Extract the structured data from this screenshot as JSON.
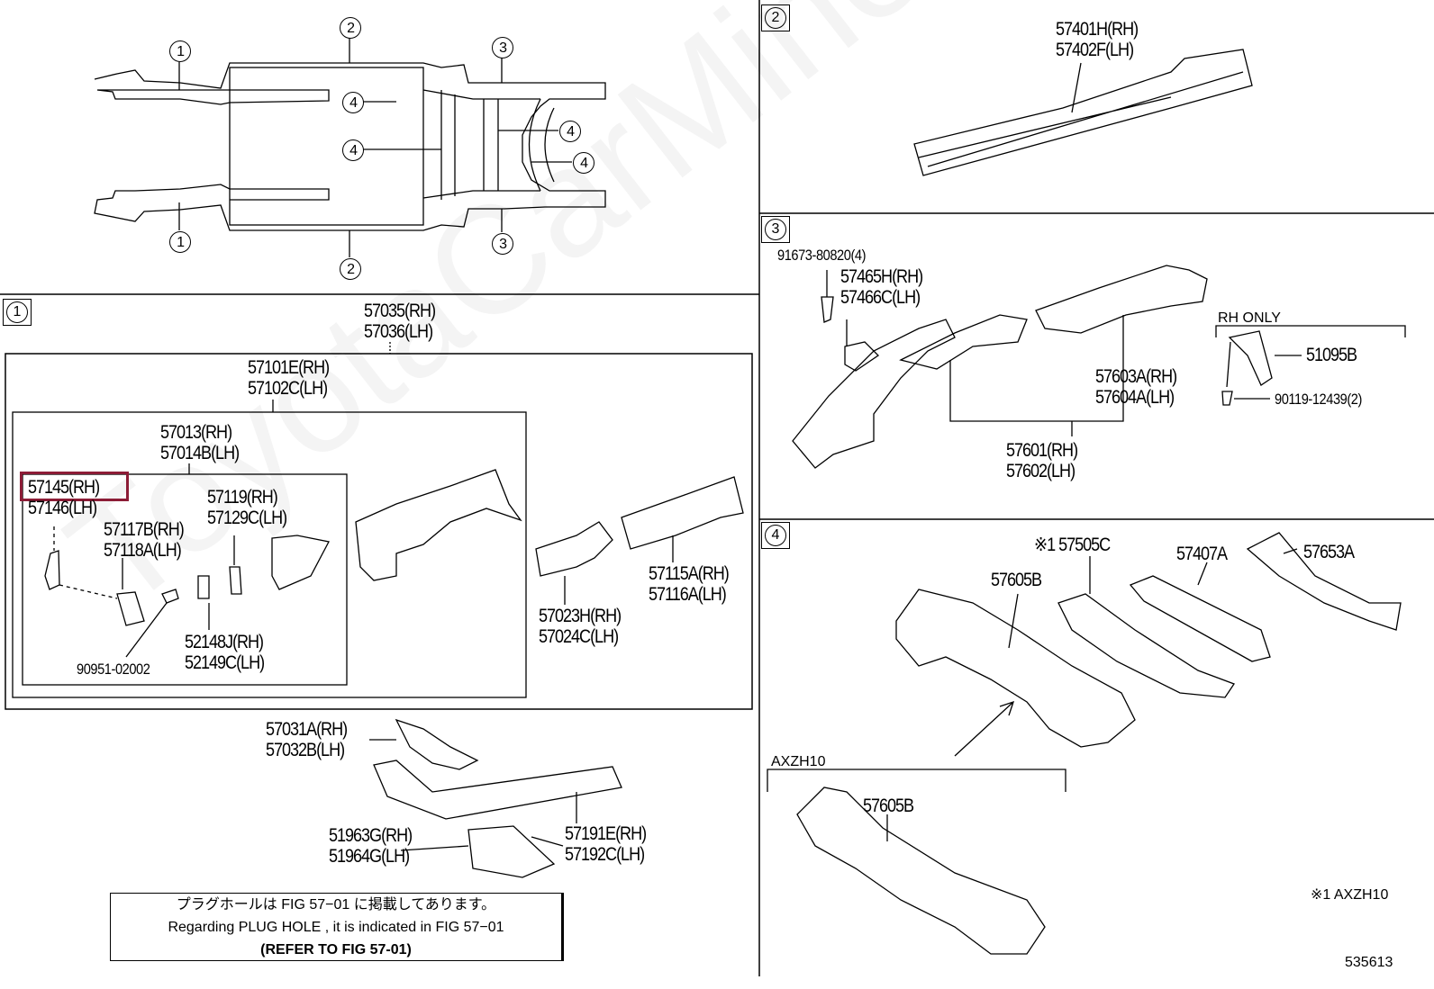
{
  "watermark": "ToyotaCarMine.ru",
  "highlight_color": "#8c1c36",
  "overview": {
    "callouts": [
      "1",
      "2",
      "3",
      "4",
      "4",
      "4",
      "4",
      "1",
      "2",
      "3"
    ]
  },
  "sections": {
    "s1": "1",
    "s2": "2",
    "s3": "3",
    "s4": "4"
  },
  "section1": {
    "p57035": [
      "57035(RH)",
      "57036(LH)"
    ],
    "p57101": [
      "57101E(RH)",
      "57102C(LH)"
    ],
    "p57013": [
      "57013(RH)",
      "57014B(LH)"
    ],
    "p57145": [
      "57145(RH)",
      "57146(LH)"
    ],
    "p57117": [
      "57117B(RH)",
      "57118A(LH)"
    ],
    "p57119": [
      "57119(RH)",
      "57129C(LH)"
    ],
    "p52148": [
      "52148J(RH)",
      "52149C(LH)"
    ],
    "p90951": "90951-02002",
    "p57023": [
      "57023H(RH)",
      "57024C(LH)"
    ],
    "p57115": [
      "57115A(RH)",
      "57116A(LH)"
    ],
    "p57031": [
      "57031A(RH)",
      "57032B(LH)"
    ],
    "p51963": [
      "51963G(RH)",
      "51964G(LH)"
    ],
    "p57191": [
      "57191E(RH)",
      "57192C(LH)"
    ],
    "note": [
      "プラグホールは FIG 57−01 に掲載してあります。",
      "Regarding  PLUG  HOLE , it is indicated in FIG  57−01",
      "(REFER TO FIG 57-01)"
    ]
  },
  "section2": {
    "p57401": [
      "57401H(RH)",
      "57402F(LH)"
    ]
  },
  "section3": {
    "p91673": "91673-80820(4)",
    "p57465": [
      "57465H(RH)",
      "57466C(LH)"
    ],
    "p57603": [
      "57603A(RH)",
      "57604A(LH)"
    ],
    "p57601": [
      "57601(RH)",
      "57602(LH)"
    ],
    "rh_only": "RH ONLY",
    "p51095": "51095B",
    "p90119": "90119-12439(2)"
  },
  "section4": {
    "p57505": "※1 57505C",
    "p57407": "57407A",
    "p57653": "57653A",
    "p57605": "57605B",
    "axzh10": "AXZH10",
    "p57605b": "57605B",
    "footnote": "※1 AXZH10"
  },
  "figure_number": "535613"
}
